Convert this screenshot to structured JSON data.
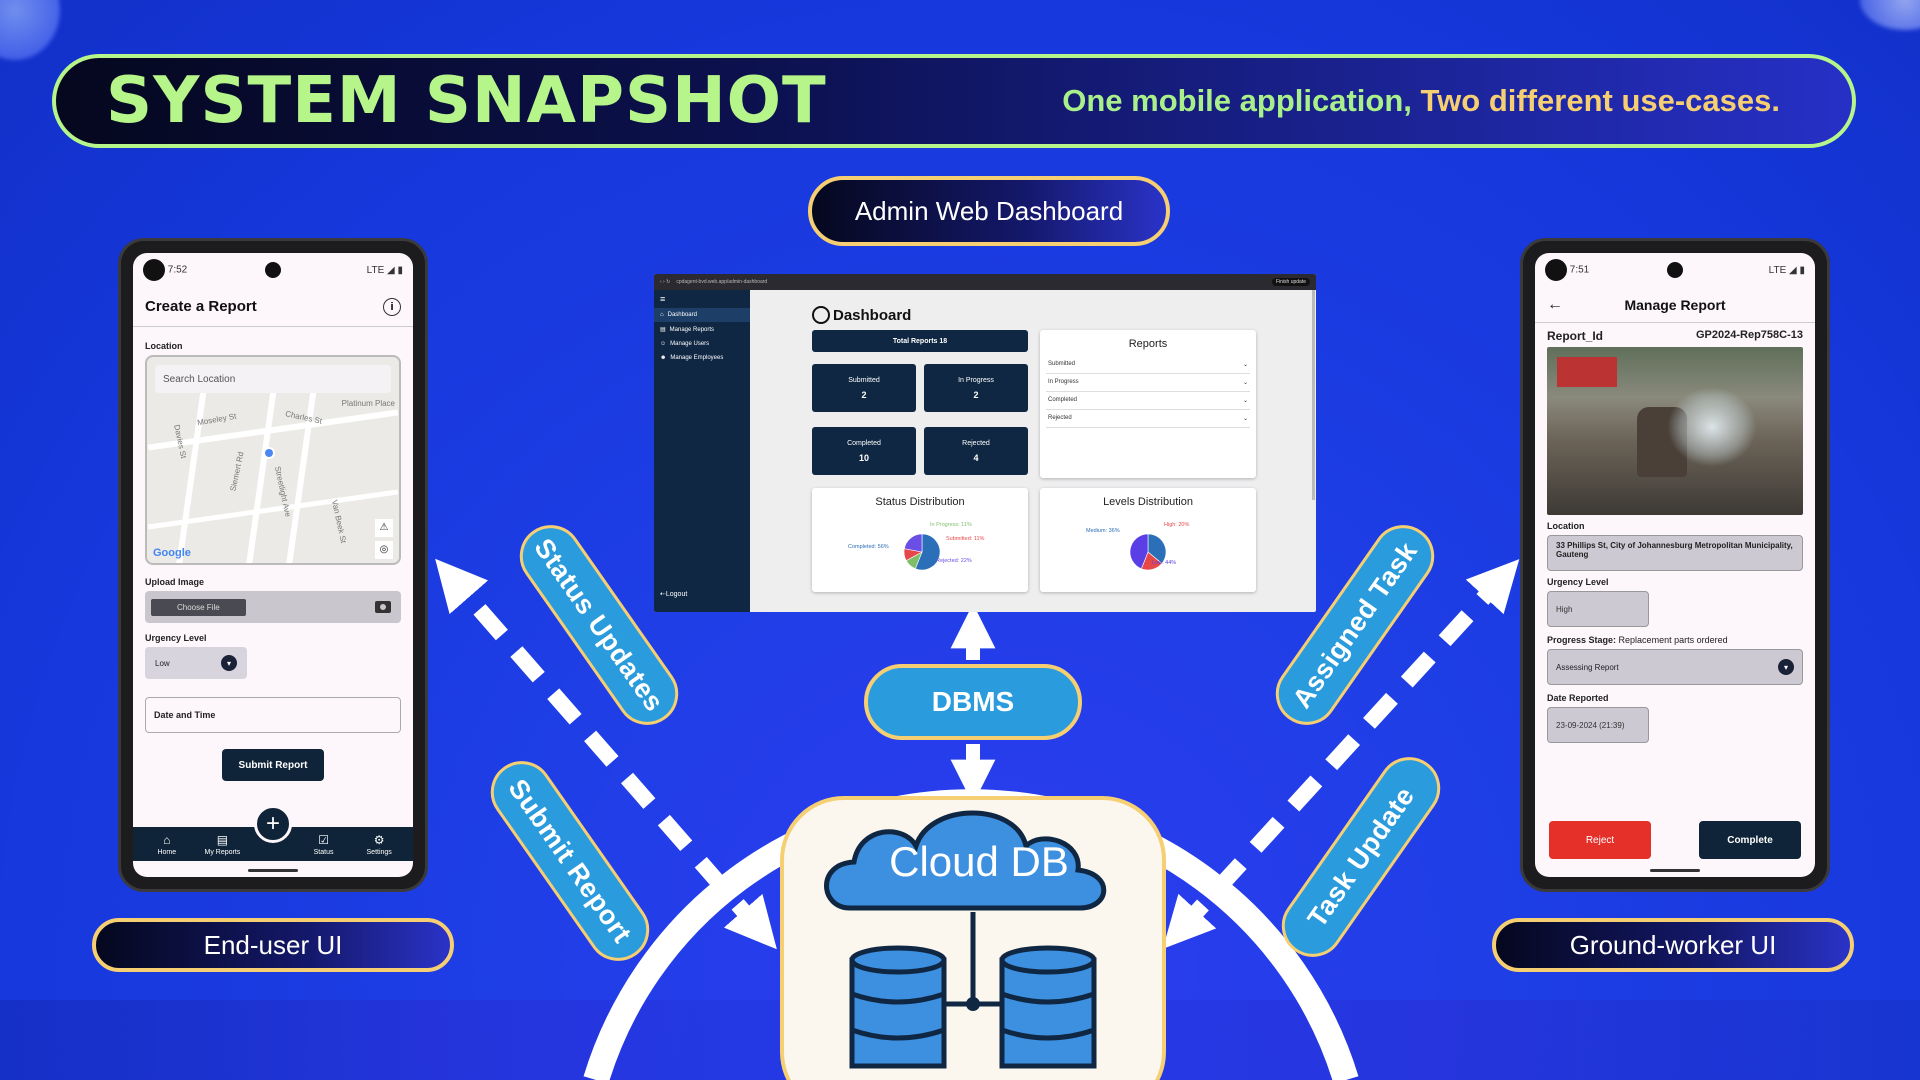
{
  "header": {
    "title": "SYSTEM SNAPSHOT",
    "tagline_part1": "One mobile application,",
    "tagline_part2": "Two different use-cases."
  },
  "labels": {
    "admin": "Admin Web Dashboard",
    "end_user": "End-user UI",
    "ground_worker": "Ground-worker UI",
    "dbms": "DBMS",
    "cloud_db": "Cloud DB"
  },
  "flows": {
    "status_updates": "Status Updates",
    "submit_report": "Submit Report",
    "assigned_task": "Assigned Task",
    "task_update": "Task Update"
  },
  "end_user_app": {
    "time": "7:52",
    "signal": "LTE ◢ ▮",
    "title": "Create a Report",
    "location_label": "Location",
    "search_placeholder": "Search Location",
    "map_labels": [
      "Platinum Place",
      "Moseley St",
      "Charles St",
      "Siemert Rd",
      "Streetlight Ave",
      "Van Beek St",
      "Davies St",
      "Google"
    ],
    "upload_label": "Upload Image",
    "choose_file": "Choose File",
    "urgency_label": "Urgency Level",
    "urgency_value": "Low",
    "date_placeholder": "Date and Time",
    "submit": "Submit Report",
    "nav": [
      "Home",
      "My Reports",
      "Status",
      "Settings"
    ]
  },
  "ground_worker_app": {
    "time": "7:51",
    "signal": "LTE ◢ ▮",
    "title": "Manage Report",
    "report_id_label": "Report_Id",
    "report_id_value": "GP2024-Rep758C-13",
    "location_label": "Location",
    "location_value": "33 Phillips St, City of Johannesburg Metropolitan Municipality, Gauteng",
    "urgency_label": "Urgency Level",
    "urgency_value": "High",
    "progress_label": "Progress Stage:",
    "progress_value": "Replacement parts ordered",
    "stage_select": "Assessing Report",
    "date_label": "Date Reported",
    "date_value": "23-09-2024 (21:39)",
    "reject": "Reject",
    "complete": "Complete"
  },
  "dashboard": {
    "url": "cpdagent-bvd.web.app/admin-dashboard",
    "update_btn": "Finish update",
    "sidebar": [
      "Dashboard",
      "Manage Reports",
      "Manage Users",
      "Manage Employees"
    ],
    "logout": "Logout",
    "title": "Dashboard",
    "total": "Total Reports 18",
    "tiles": [
      {
        "label": "Submitted",
        "value": "2"
      },
      {
        "label": "In Progress",
        "value": "2"
      },
      {
        "label": "Completed",
        "value": "10"
      },
      {
        "label": "Rejected",
        "value": "4"
      }
    ],
    "reports_title": "Reports",
    "report_rows": [
      "Submitted",
      "In Progress",
      "Completed",
      "Rejected"
    ],
    "status_title": "Status Distribution",
    "status_labels": [
      "In Progress: 11%",
      "Submitted: 11%",
      "Completed: 56%",
      "Rejected: 22%"
    ],
    "levels_title": "Levels Distribution",
    "levels_labels": [
      "Medium: 36%",
      "High: 20%",
      "Low: 44%"
    ]
  },
  "chart_data": [
    {
      "type": "pie",
      "title": "Status Distribution",
      "categories": [
        "Completed",
        "In Progress",
        "Submitted",
        "Rejected"
      ],
      "values": [
        56,
        11,
        11,
        22
      ],
      "colors": [
        "#2a6fb8",
        "#7fbf6a",
        "#e6484a",
        "#6a4ee6"
      ]
    },
    {
      "type": "pie",
      "title": "Levels Distribution",
      "categories": [
        "Medium",
        "High",
        "Low"
      ],
      "values": [
        36,
        20,
        44
      ],
      "colors": [
        "#2a6fb8",
        "#e6484a",
        "#5a3ee6"
      ]
    }
  ]
}
